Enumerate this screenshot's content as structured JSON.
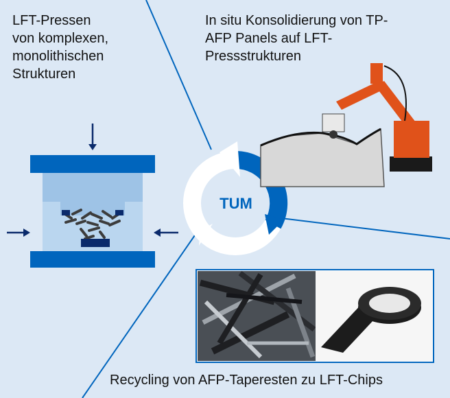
{
  "segments": {
    "lft_pressing": "LFT-Pressen\nvon komplexen,\nmonolithischen\nStrukturen",
    "in_situ": "In situ Konsolidierung von TP-\nAFP Panels auf LFT-\nPressstrukturen",
    "recycling": "Recycling von AFP-Taperesten zu LFT-Chips"
  },
  "logo": {
    "text": "TUM"
  },
  "colors": {
    "tum_blue": "#0065bd",
    "dark_navy": "#0a2a6b",
    "mold_light": "#9ec3e6",
    "mold_lighter": "#bad6ef",
    "background": "#dce8f5",
    "robot_orange": "#e0521a"
  }
}
